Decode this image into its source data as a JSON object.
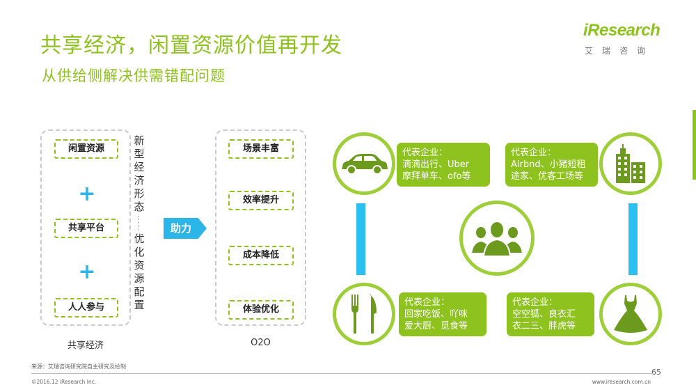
{
  "header": {
    "title": "共享经济，闲置资源价值再开发",
    "subtitle": "从供给侧解决供需错配问题",
    "logo_text": "iResearch",
    "logo_cn": "艾瑞咨询"
  },
  "left_box": {
    "items": [
      "闲置资源",
      "共享平台",
      "人人参与"
    ],
    "plus": "+",
    "caption": "共享经济"
  },
  "middle_text": {
    "top": [
      "新",
      "型",
      "经",
      "济",
      "形",
      "态"
    ],
    "bottom": [
      "优",
      "化",
      "资",
      "源",
      "配",
      "置"
    ]
  },
  "arrow_label": "助力",
  "right_box": {
    "items": [
      "场景丰富",
      "效率提升",
      "成本降低",
      "体验优化"
    ],
    "caption": "O2O"
  },
  "quadrants": {
    "top_left": {
      "title": "代表企业：",
      "lines": [
        "滴滴出行、Uber",
        "摩拜单车、ofo等"
      ],
      "icon": "car-icon"
    },
    "top_right": {
      "title": "代表企业：",
      "lines": [
        "Airbnd、小猪短租",
        "途家、优客工场等"
      ],
      "icon": "buildings-icon"
    },
    "bottom_left": {
      "title": "代表企业：",
      "lines": [
        "回家吃饭、吖咪",
        "爱大厨、觅食等"
      ],
      "icon": "fork-knife-icon"
    },
    "bottom_right": {
      "title": "代表企业：",
      "lines": [
        "空空狐、良衣汇",
        "衣二三、胖虎等"
      ],
      "icon": "dress-icon"
    },
    "center_icon": "people-group-icon"
  },
  "footer": {
    "source": "来源：艾瑞咨询研究院自主研究及绘制",
    "copyright": "©2016.12 iResearch Inc.",
    "website": "www.iresearch.com.cn",
    "page": "65"
  },
  "colors": {
    "green": "#8dc21f",
    "blue": "#2cc0f0",
    "dark_green": "#6b9a1f"
  }
}
